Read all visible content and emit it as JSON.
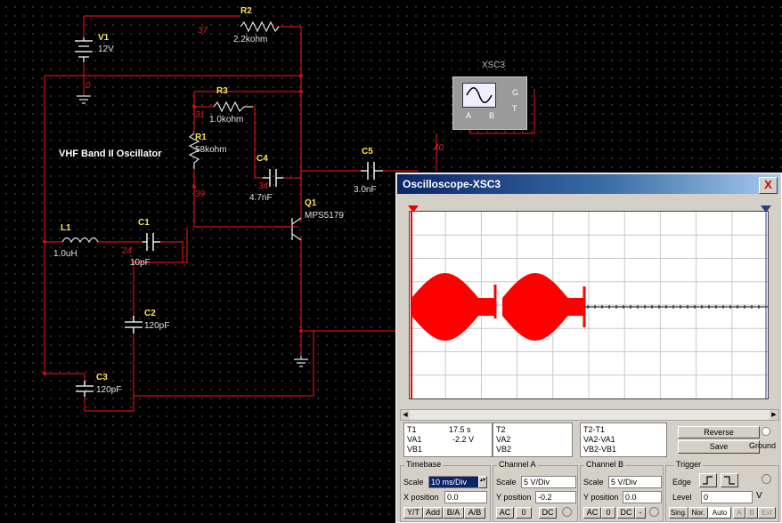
{
  "schematic": {
    "title": "VHF Band II Oscillator",
    "components": {
      "v1": {
        "ref": "V1",
        "value": "12V"
      },
      "r2": {
        "ref": "R2",
        "value": "2.2kohm"
      },
      "r3": {
        "ref": "R3",
        "value": "1.0kohm"
      },
      "r1": {
        "ref": "R1",
        "value": "58kohm"
      },
      "c4": {
        "ref": "C4",
        "value": "4.7nF"
      },
      "c5": {
        "ref": "C5",
        "value": "3.0nF"
      },
      "q1": {
        "ref": "Q1",
        "value": "MPS5179"
      },
      "l1": {
        "ref": "L1",
        "value": "1.0uH"
      },
      "c1": {
        "ref": "C1",
        "value": "10pF"
      },
      "c2": {
        "ref": "C2",
        "value": "120pF"
      },
      "c3": {
        "ref": "C3",
        "value": "120pF"
      }
    },
    "nodes": {
      "n37": "37",
      "n0": "0",
      "n31": "31",
      "n39": "39",
      "n34": "34",
      "n24": "24",
      "n40": "40"
    },
    "instrument": {
      "name": "XSC3",
      "a": "A",
      "b": "B",
      "g": "G",
      "t": "T"
    }
  },
  "oscilloscope": {
    "title": "Oscilloscope-XSC3",
    "close": "X",
    "readout": {
      "t1": "T1",
      "t1_time": "17.5 s",
      "va1": "VA1",
      "va1_val": "-2.2 V",
      "vb1": "VB1",
      "t2": "T2",
      "va2": "VA2",
      "vb2": "VB2",
      "t2t1": "T2-T1",
      "va2va1": "VA2-VA1",
      "vb2vb1": "VB2-VB1"
    },
    "buttons": {
      "reverse": "Reverse",
      "save": "Save",
      "ground": "Ground"
    },
    "timebase": {
      "label": "Timebase",
      "scale_label": "Scale",
      "scale": "10 ms/Div",
      "xpos_label": "X position",
      "xpos": "0.0",
      "modes": [
        "Y/T",
        "Add",
        "B/A",
        "A/B"
      ]
    },
    "channel_a": {
      "label": "Channel A",
      "scale_label": "Scale",
      "scale": "5 V/Div",
      "ypos_label": "Y position",
      "ypos": "-0.2",
      "coupling": [
        "AC",
        "0",
        "DC"
      ]
    },
    "channel_b": {
      "label": "Channel B",
      "scale_label": "Scale",
      "scale": "5 V/Div",
      "ypos_label": "Y position",
      "ypos": "0.0",
      "coupling": [
        "AC",
        "0",
        "DC",
        "-"
      ]
    },
    "trigger": {
      "label": "Trigger",
      "edge_label": "Edge",
      "level_label": "Level",
      "level": "0",
      "unit": "V",
      "modes": [
        "Sing.",
        "Nor.",
        "Auto",
        "A",
        "B",
        "Ext"
      ]
    },
    "trace_color": "#ff0000"
  }
}
